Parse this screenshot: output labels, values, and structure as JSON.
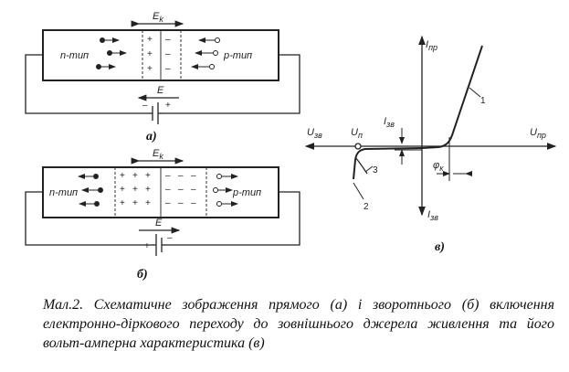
{
  "diagram_a": {
    "label_ek": "E",
    "label_ek_sub": "k",
    "label_n": "n-тип",
    "label_p": "p-тип",
    "label_e": "E",
    "minus": "–",
    "plus": "+",
    "caption_letter": "а)"
  },
  "diagram_b": {
    "label_ek": "E",
    "label_ek_sub": "k",
    "label_n": "n-тип",
    "label_p": "p-тип",
    "label_e": "E",
    "plus": "+",
    "minus": "–",
    "caption_letter": "б)"
  },
  "diagram_v": {
    "i_pr": "I",
    "i_pr_sub": "пр",
    "u_pr": "U",
    "u_pr_sub": "пр",
    "u_zv": "U",
    "u_zv_sub": "зв",
    "u_p": "U",
    "u_p_sub": "п",
    "i_zv_top": "I",
    "i_zv_top_sub": "зв",
    "i_zv_bottom": "I",
    "i_zv_bottom_sub": "зв",
    "phi_k": "φ",
    "phi_k_sub": "к",
    "curve_1": "1",
    "curve_2": "2",
    "curve_3": "3",
    "caption_letter": "в)"
  },
  "caption": "Мал.2. Схематичне зображення прямого (а) і зворотнього (б) включення електронно-діркового переходу до зовнішнього джерела живлення та його вольт-амперна характеристика (в)"
}
